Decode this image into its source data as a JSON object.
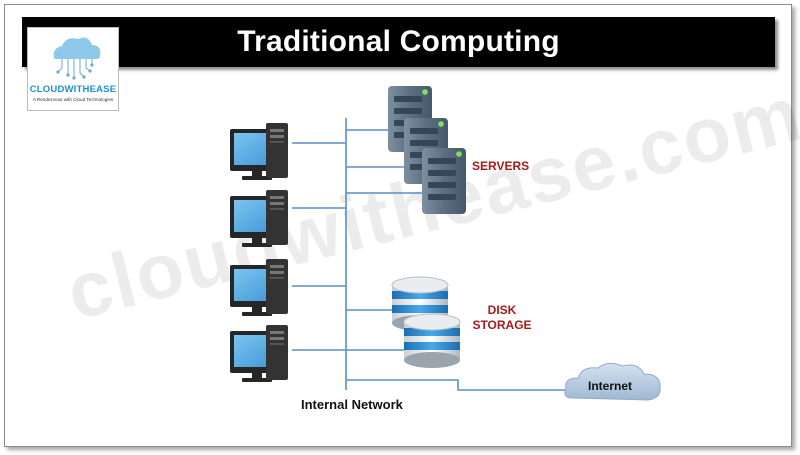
{
  "title": "Traditional Computing",
  "logo": {
    "brand": "CLOUDWITHEASE",
    "tagline": "A Rendezvous with Cloud Technologies"
  },
  "watermark": "cloudwithease.com",
  "labels": {
    "servers": "SERVERS",
    "disk_line1": "DISK",
    "disk_line2": "STORAGE",
    "internal_network": "Internal Network",
    "internet": "Internet"
  },
  "colors": {
    "network_line": "#5b8fc7",
    "server_body": "#5a6f80",
    "disk_blue": "#2f8ed3",
    "label_red": "#a51a1a",
    "cloud": "#b9cde2"
  }
}
